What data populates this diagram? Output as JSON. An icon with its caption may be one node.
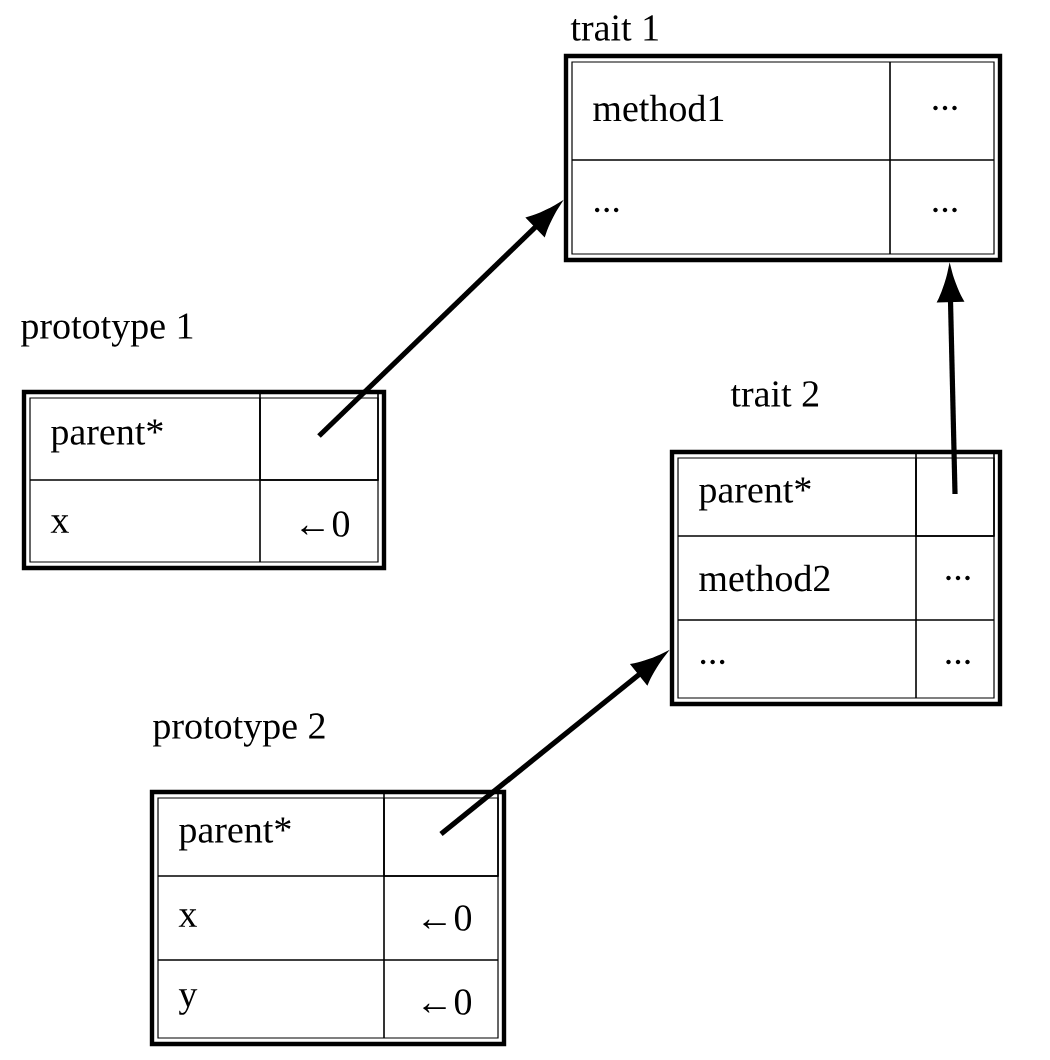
{
  "diagram": {
    "nodes": [
      {
        "text": [
          "trait 1",
          "method1",
          "...",
          "...",
          "..."
        ]
      },
      {
        "text": [
          "prototype 1",
          "parent*",
          "x",
          "←0"
        ]
      },
      {
        "text": [],
        "shape": "box",
        "in": 1
      },
      {
        "text": [
          "trait 2",
          "parent*",
          "method2",
          "...",
          "...",
          "..."
        ]
      },
      {
        "text": [],
        "shape": "box",
        "in": 3
      },
      {
        "text": [
          "prototype 2",
          "parent*",
          "x",
          "←0",
          "y",
          "←0"
        ]
      },
      {
        "text": [],
        "shape": "box",
        "in": 5
      }
    ],
    "edges": [
      {
        "from": 2,
        "to": 0,
        "arrow": "to"
      },
      {
        "from": 4,
        "to": 0,
        "arrow": "to"
      },
      {
        "from": 6,
        "to": 3,
        "arrow": "to"
      }
    ]
  }
}
